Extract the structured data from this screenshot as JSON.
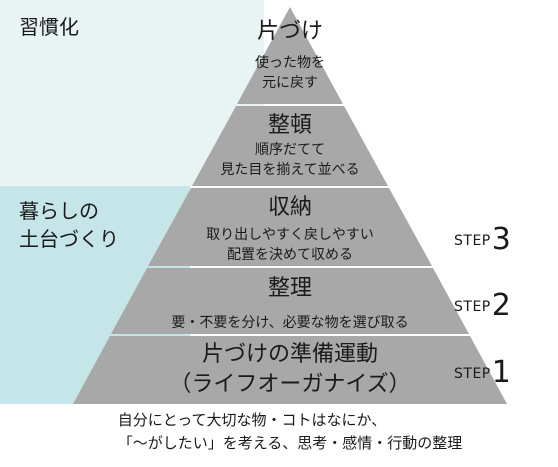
{
  "zones": {
    "habit_label": "習慣化",
    "foundation_label_line1": "暮らしの",
    "foundation_label_line2": "土台づくり"
  },
  "colors": {
    "habit_zone": "#e8f4f4",
    "foundation_zone": "#c6e5e8",
    "pyramid_fill": "#a8a8a8",
    "tier_separator": "#ffffff"
  },
  "tiers": [
    {
      "title": "片づけ",
      "lines": [
        "使った物を",
        "元に戻す"
      ]
    },
    {
      "title": "整頓",
      "lines": [
        "順序だてて",
        "見た目を揃えて並べる"
      ]
    },
    {
      "title": "収納",
      "lines": [
        "取り出しやすく戻しやすい",
        "配置を決めて収める"
      ]
    },
    {
      "title": "整理",
      "lines": [
        "要・不要を分け、必要な物を選び取る"
      ]
    },
    {
      "title": "片づけの準備運動",
      "lines": [
        "（ライフオーガナイズ）"
      ]
    }
  ],
  "steps": [
    {
      "prefix": "STEP",
      "number": "3"
    },
    {
      "prefix": "STEP",
      "number": "2"
    },
    {
      "prefix": "STEP",
      "number": "1"
    }
  ],
  "caption": {
    "line1": "自分にとって大切な物・コトはなにか、",
    "line2": "「〜がしたい」を考える、思考・感情・行動の整理"
  }
}
